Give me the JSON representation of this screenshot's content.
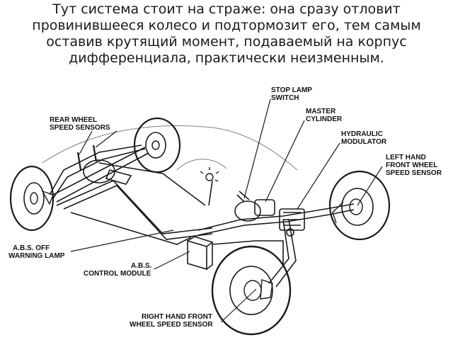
{
  "caption": "Тут система стоит на страже: она сразу отловит провинившееся колесо и подтормозит его, тем самым оставив крутящий момент, подаваемый на корпус дифференциала, практически неизменным.",
  "diagram": {
    "labels": {
      "stop_lamp_switch": [
        "STOP LAMP",
        "SWITCH"
      ],
      "master_cylinder": [
        "MASTER",
        "CYLINDER"
      ],
      "hydraulic_modulator": [
        "HYDRAULIC",
        "MODULATOR"
      ],
      "left_hand_front_wheel_speed_sensor": [
        "LEFT HAND",
        "FRONT WHEEL",
        "SPEED SENSOR"
      ],
      "rear_wheel_speed_sensors": [
        "REAR WHEEL",
        "SPEED SENSORS"
      ],
      "abs_off_warning_lamp": [
        "A.B.S. OFF",
        "WARNING LAMP"
      ],
      "abs_control_module": [
        "A.B.S.",
        "CONTROL MODULE"
      ],
      "right_hand_front_wheel_speed_sensor": [
        "RIGHT HAND FRONT",
        "WHEEL SPEED SENSOR"
      ]
    }
  }
}
